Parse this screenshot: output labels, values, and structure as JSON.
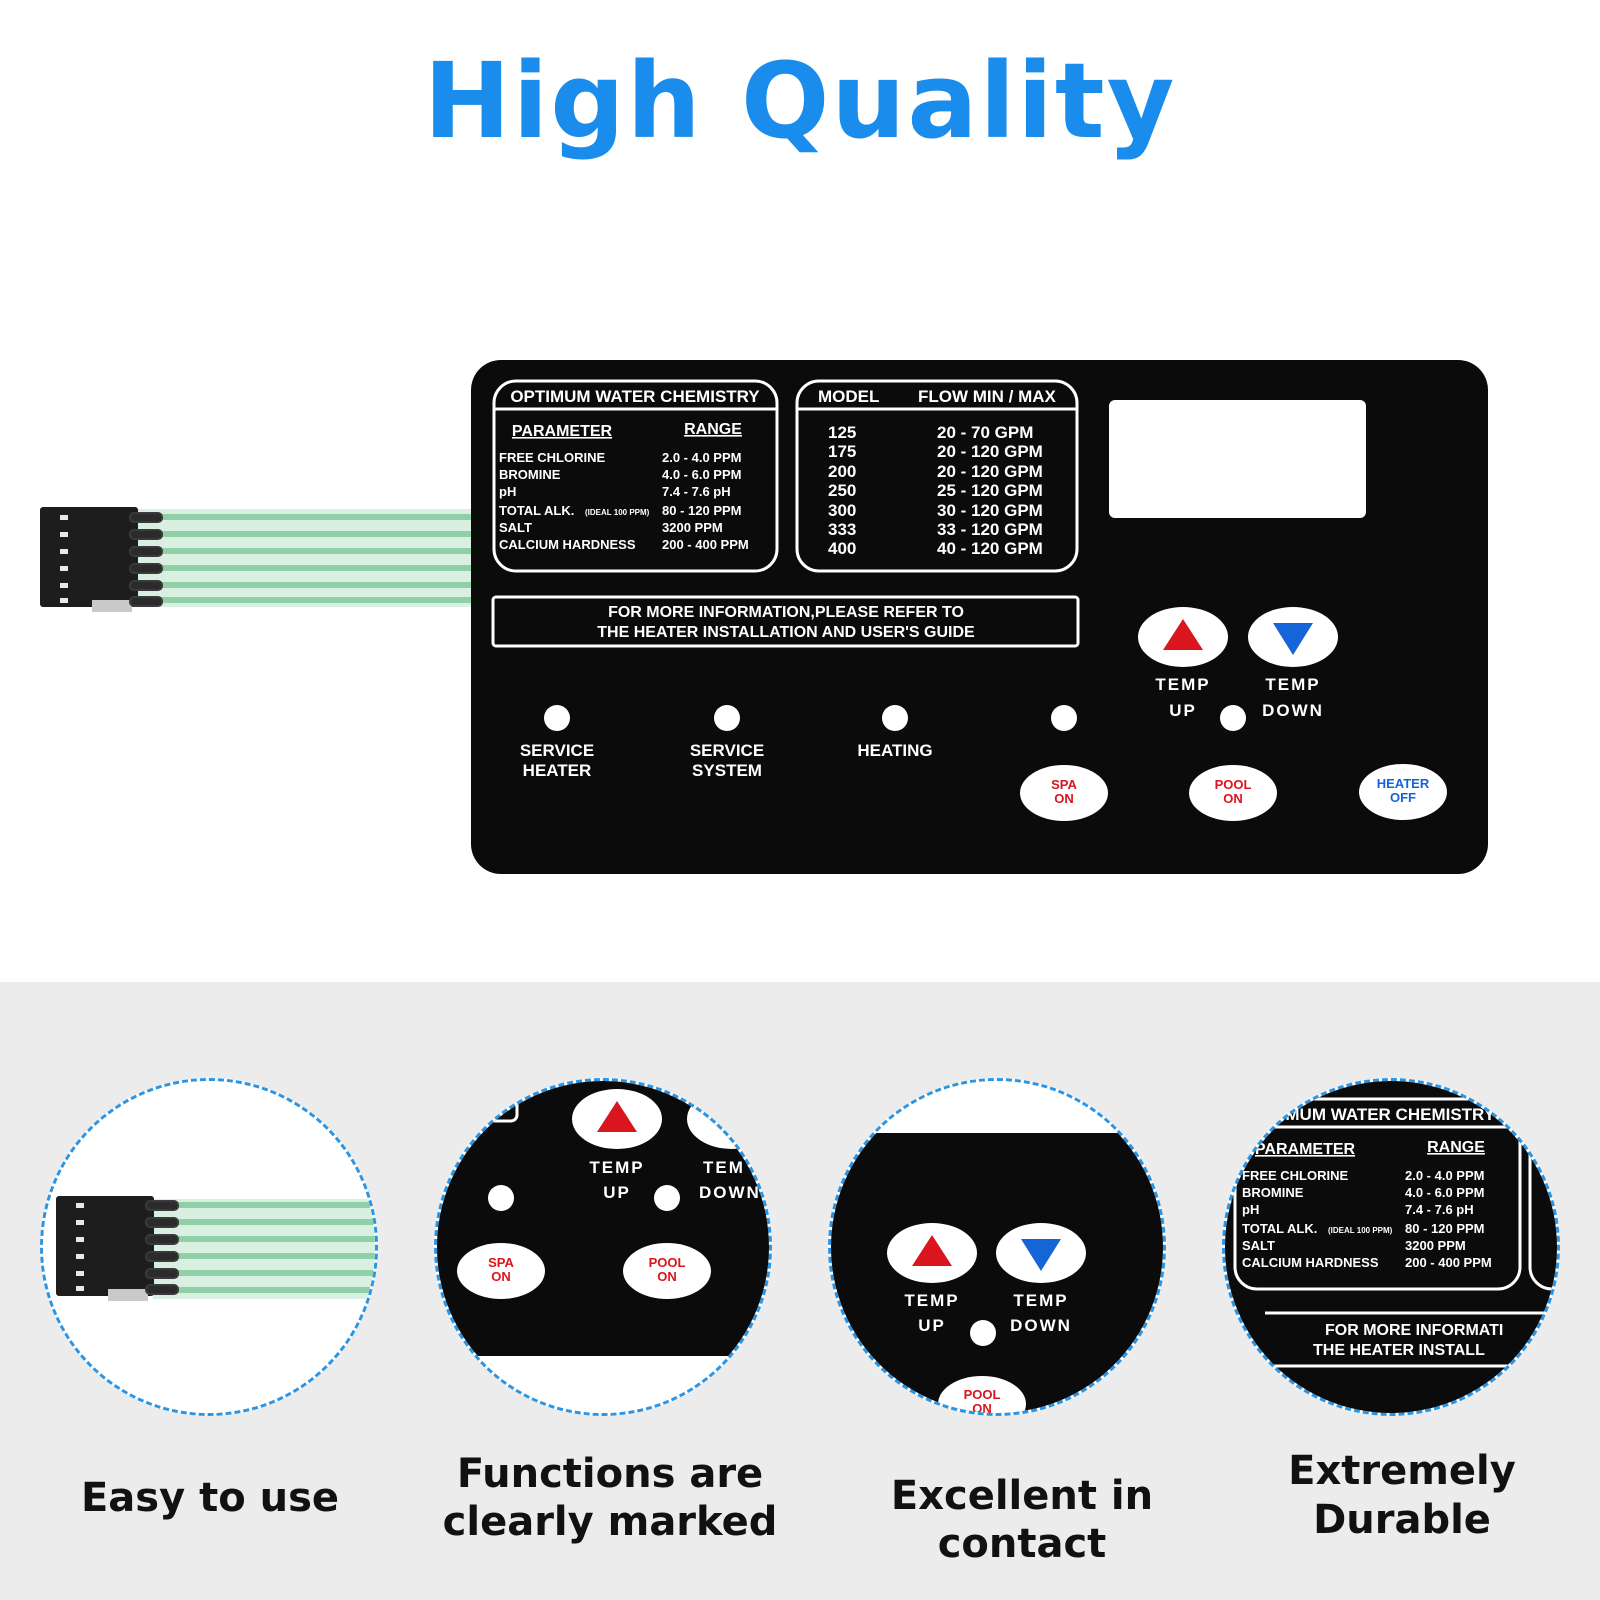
{
  "headline": "High Quality",
  "panel": {
    "chemistry": {
      "title": "OPTIMUM WATER CHEMISTRY",
      "param_header": "PARAMETER",
      "range_header": "RANGE",
      "rows": [
        {
          "param": "FREE CHLORINE",
          "range": "2.0 - 4.0 PPM"
        },
        {
          "param": "BROMINE",
          "range": "4.0 - 6.0 PPM"
        },
        {
          "param": "pH",
          "range": "7.4 - 7.6 pH"
        },
        {
          "param": "TOTAL ALK.",
          "note": "(IDEAL 100 PPM)",
          "range": "80 - 120 PPM"
        },
        {
          "param": "SALT",
          "range": "3200 PPM"
        },
        {
          "param": "CALCIUM HARDNESS",
          "range": "200 - 400 PPM"
        }
      ]
    },
    "flow": {
      "model_header": "MODEL",
      "flow_header": "FLOW MIN / MAX",
      "rows": [
        {
          "model": "125",
          "flow": "20 - 70 GPM"
        },
        {
          "model": "175",
          "flow": "20 - 120 GPM"
        },
        {
          "model": "200",
          "flow": "20 - 120 GPM"
        },
        {
          "model": "250",
          "flow": "25 - 120 GPM"
        },
        {
          "model": "300",
          "flow": "30 - 120 GPM"
        },
        {
          "model": "333",
          "flow": "33 - 120 GPM"
        },
        {
          "model": "400",
          "flow": "40 - 120 GPM"
        }
      ]
    },
    "info_line1": "FOR MORE INFORMATION,PLEASE REFER TO",
    "info_line2": "THE HEATER INSTALLATION AND USER'S GUIDE",
    "indicators": [
      {
        "line1": "SERVICE",
        "line2": "HEATER"
      },
      {
        "line1": "SERVICE",
        "line2": "SYSTEM"
      },
      {
        "line1": "HEATING",
        "line2": ""
      }
    ],
    "temp_up": {
      "line1": "TEMP",
      "line2": "UP"
    },
    "temp_down": {
      "line1": "TEMP",
      "line2": "DOWN"
    },
    "spa_on": {
      "line1": "SPA",
      "line2": "ON"
    },
    "pool_on": {
      "line1": "POOL",
      "line2": "ON"
    },
    "heater_off": {
      "line1": "HEATER",
      "line2": "OFF"
    }
  },
  "zoom_chemistry": {
    "title": "PTIMUM WATER CHEMISTRY",
    "info_line1": "FOR MORE INFORMATI",
    "info_line2": "THE HEATER INSTALL"
  },
  "zoom_controls": {
    "temp_down_partial1": "TEM",
    "temp_down_partial2": "DOWN"
  },
  "captions": {
    "c1": "Easy to use",
    "c2_line1": "Functions are",
    "c2_line2": "clearly marked",
    "c3": "Excellent in contact",
    "c4_line1": "Extremely",
    "c4_line2": "Durable"
  },
  "colors": {
    "accent": "#1a8ceb",
    "panel": "#0b0b0b",
    "up_arrow": "#d9151e",
    "down_arrow": "#1565d8",
    "ribbon": "#9fd9b7"
  }
}
